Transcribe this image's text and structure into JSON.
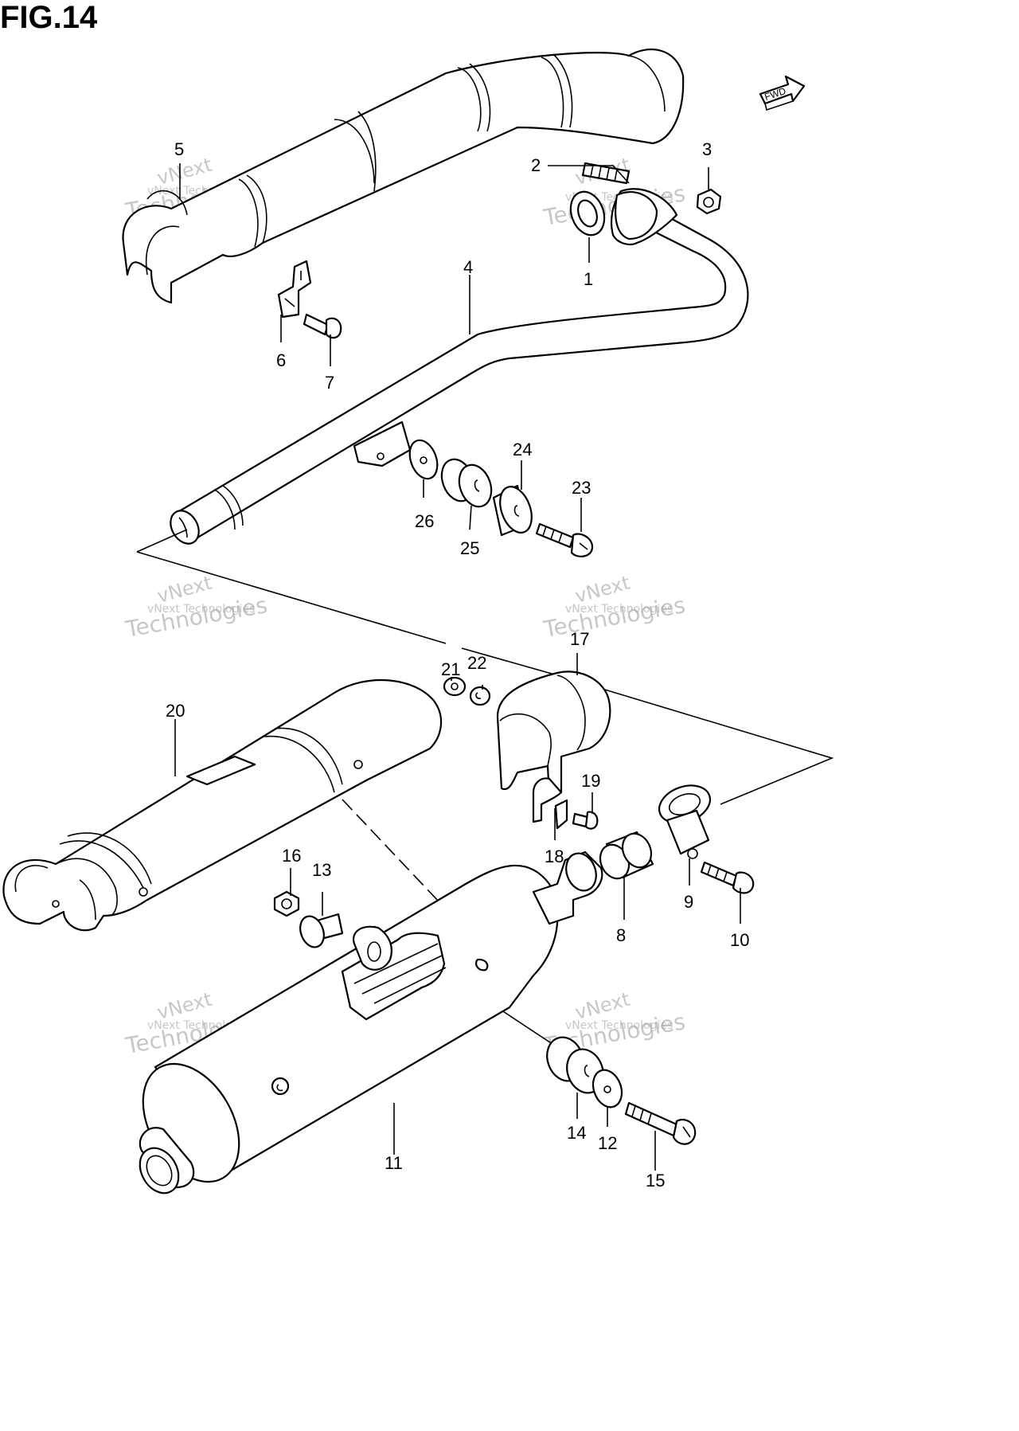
{
  "figure": {
    "title": "FIG.14",
    "direction_label": "FWD"
  },
  "watermark": {
    "line1": "vNext",
    "line2": "vNext Technologies",
    "line3": "Technologies"
  },
  "callouts": [
    {
      "id": "c1",
      "label": "1"
    },
    {
      "id": "c2",
      "label": "2"
    },
    {
      "id": "c3",
      "label": "3"
    },
    {
      "id": "c4",
      "label": "4"
    },
    {
      "id": "c5",
      "label": "5"
    },
    {
      "id": "c6",
      "label": "6"
    },
    {
      "id": "c7",
      "label": "7"
    },
    {
      "id": "c8",
      "label": "8"
    },
    {
      "id": "c9",
      "label": "9"
    },
    {
      "id": "c10",
      "label": "10"
    },
    {
      "id": "c11",
      "label": "11"
    },
    {
      "id": "c12",
      "label": "12"
    },
    {
      "id": "c13",
      "label": "13"
    },
    {
      "id": "c14",
      "label": "14"
    },
    {
      "id": "c15",
      "label": "15"
    },
    {
      "id": "c16",
      "label": "16"
    },
    {
      "id": "c17",
      "label": "17"
    },
    {
      "id": "c18",
      "label": "18"
    },
    {
      "id": "c19",
      "label": "19"
    },
    {
      "id": "c20",
      "label": "20"
    },
    {
      "id": "c21",
      "label": "21"
    },
    {
      "id": "c22",
      "label": "22"
    },
    {
      "id": "c23",
      "label": "23"
    },
    {
      "id": "c24",
      "label": "24"
    },
    {
      "id": "c25",
      "label": "25"
    },
    {
      "id": "c26",
      "label": "26"
    }
  ]
}
